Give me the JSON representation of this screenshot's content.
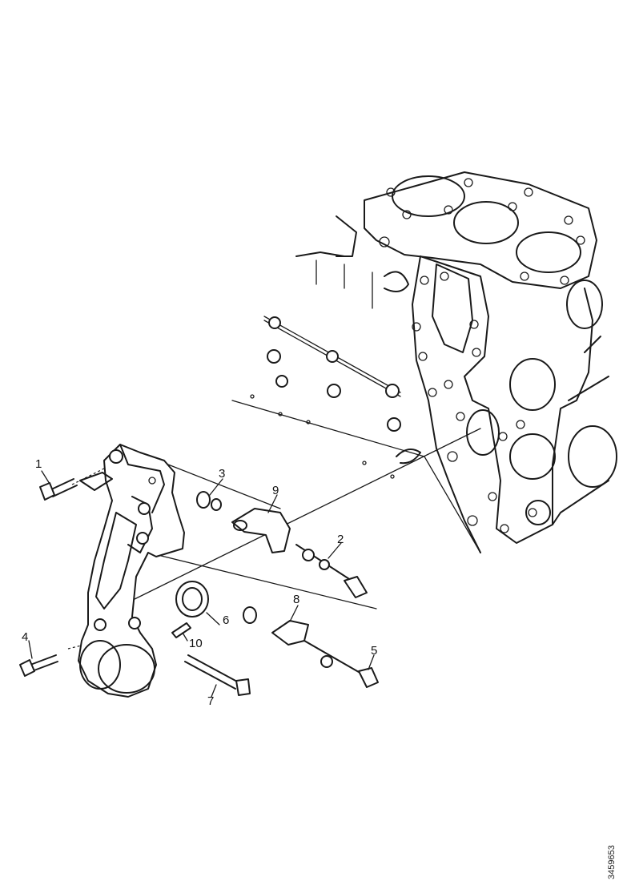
{
  "callouts": [
    {
      "id": "1",
      "label": "1"
    },
    {
      "id": "2",
      "label": "2"
    },
    {
      "id": "3",
      "label": "3"
    },
    {
      "id": "4",
      "label": "4"
    },
    {
      "id": "5",
      "label": "5"
    },
    {
      "id": "6",
      "label": "6"
    },
    {
      "id": "7",
      "label": "7"
    },
    {
      "id": "8",
      "label": "8"
    },
    {
      "id": "9",
      "label": "9"
    },
    {
      "id": "10",
      "label": "10"
    }
  ],
  "reference_code": "3459653"
}
